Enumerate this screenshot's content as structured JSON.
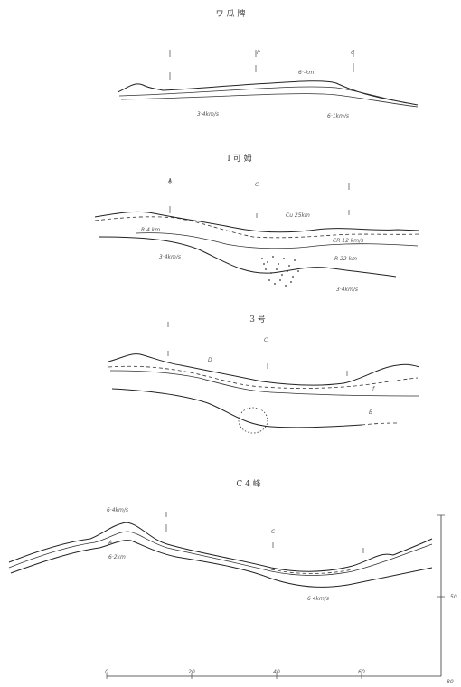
{
  "sections": [
    {
      "title": "ワ 瓜 牌",
      "labels": {
        "a": "P",
        "b": "C",
        "c": "6·-km",
        "d": "3·4km/s",
        "e": "6·1km/s"
      }
    },
    {
      "title": "Ⅰ 可 姆",
      "labels": {
        "a": "A",
        "b": "C",
        "c": "Cu 25km",
        "d": "R 4 km",
        "e": "CR 12 km/s",
        "f": "3·4km/s",
        "g": "R 22 km",
        "h": "3·4km/s"
      }
    },
    {
      "title": "3 号",
      "labels": {
        "a": "C",
        "b": "D",
        "c": "f",
        "d": "B"
      }
    },
    {
      "title": "C 4 峰",
      "labels": {
        "a": "A",
        "b": "C",
        "c": "6·4km/s",
        "d": "6·2km"
      }
    }
  ],
  "axis": {
    "tick_labels": [
      "0",
      "20",
      "40",
      "60",
      "80"
    ],
    "side_label": "50"
  }
}
